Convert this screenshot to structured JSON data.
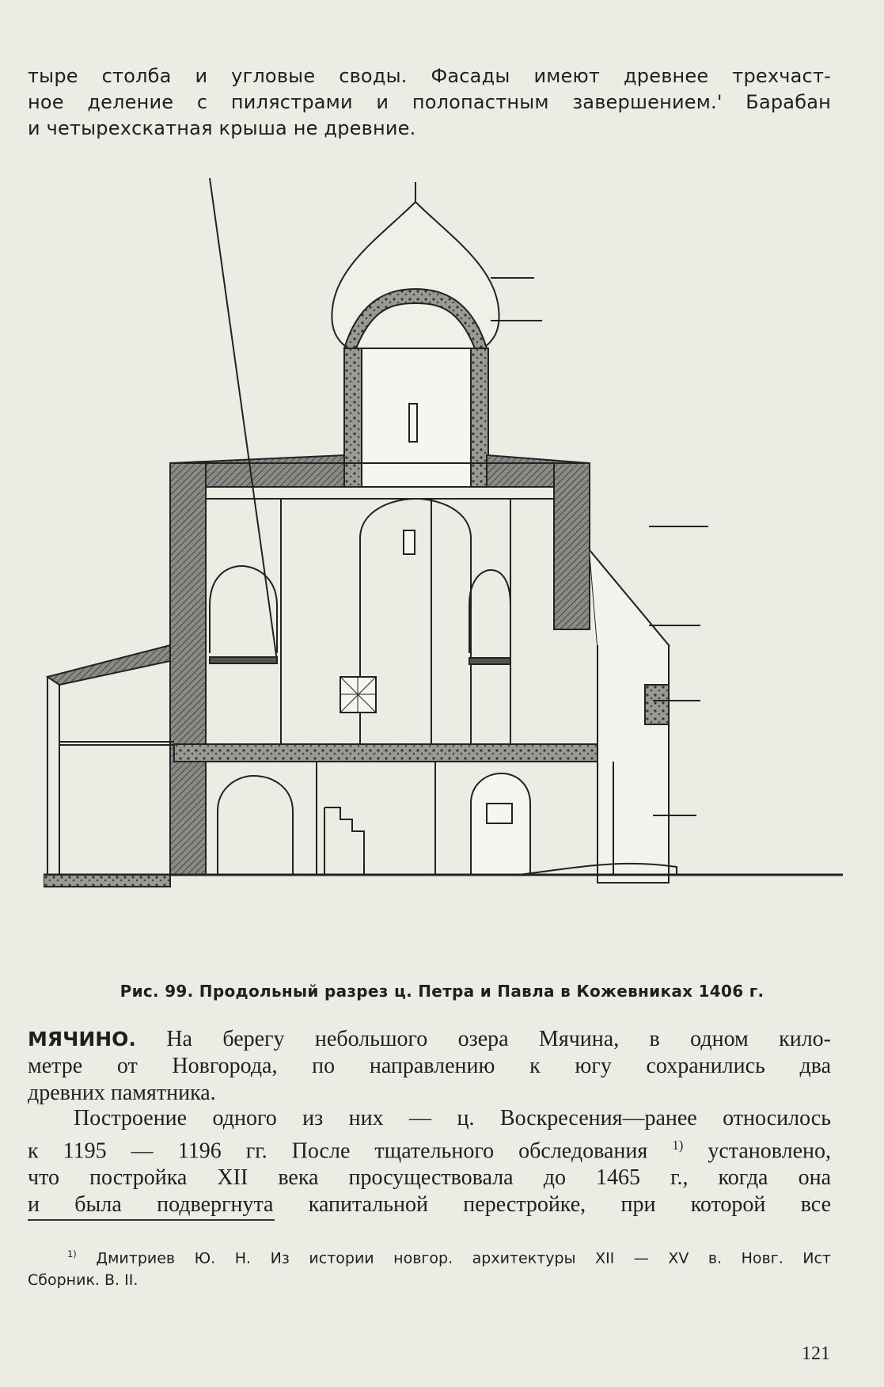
{
  "top_paragraph": {
    "lines": [
      "тыре столба и угловые своды. Фасады имеют древнее трехчаст-",
      "ное деление с пилястрами и полопастным завершением.' Барабан",
      "и четырехскатная крыша не древние."
    ]
  },
  "figure": {
    "caption": "Рис. 99. Продольный разрез ц. Петра и Павла в Кожевниках 1406 г."
  },
  "section": {
    "keyword": "МЯЧИНО.",
    "paragraph1": {
      "first_line_rest": "На берегу небольшого озера Мячина, в одном кило-",
      "lines": [
        "метре от Новгорода, по направлению к югу сохранились два",
        "древних памятника."
      ]
    },
    "paragraph2": {
      "lines": [
        "Построение одного из них — ц. Воскресения—ранее относилось",
        "к 1195 — 1196 гг. После тщательного обследования",
        "что постройка XII века просуществовала до 1465 г., когда она",
        "и была подвергнута капитальной перестройке, при которой все"
      ],
      "footnote_ref": "1)",
      "line2_tail": "установлено,"
    }
  },
  "footnote": {
    "marker": "1)",
    "lines": [
      "Дмитриев Ю. Н. Из истории новгор. архитектуры XII — XV в. Новг. Ист",
      "Сборник. В. II."
    ]
  },
  "page_number": "121"
}
